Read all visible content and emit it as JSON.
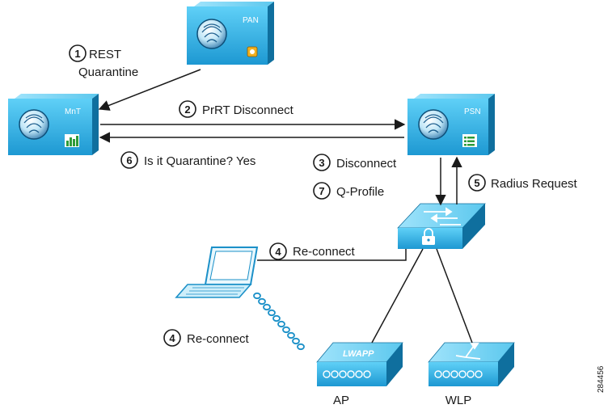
{
  "nodes": {
    "pan": {
      "label": "PAN"
    },
    "mnt": {
      "label": "MnT"
    },
    "psn": {
      "label": "PSN"
    },
    "ap": {
      "label": "AP",
      "device_text": "LWAPP"
    },
    "wlp": {
      "label": "WLP"
    }
  },
  "steps": {
    "step1": {
      "number": "1",
      "line1": "REST",
      "line2": "Quarantine"
    },
    "step2": {
      "number": "2",
      "text": "PrRT Disconnect"
    },
    "step3": {
      "number": "3",
      "text": "Disconnect"
    },
    "step4_wired": {
      "number": "4",
      "text": "Re-connect"
    },
    "step4_wireless": {
      "number": "4",
      "text": "Re-connect"
    },
    "step5": {
      "number": "5",
      "text": "Radius Request"
    },
    "step6": {
      "number": "6",
      "text": "Is it Quarantine? Yes"
    },
    "step7": {
      "number": "7",
      "text": "Q-Profile"
    }
  },
  "figure_id": "284456",
  "colors": {
    "device_light": "#44c8f5",
    "device_dark": "#1b90c8",
    "device_side": "#0f6f9e",
    "text": "#1a1a1a",
    "line": "#1a1a1a"
  }
}
